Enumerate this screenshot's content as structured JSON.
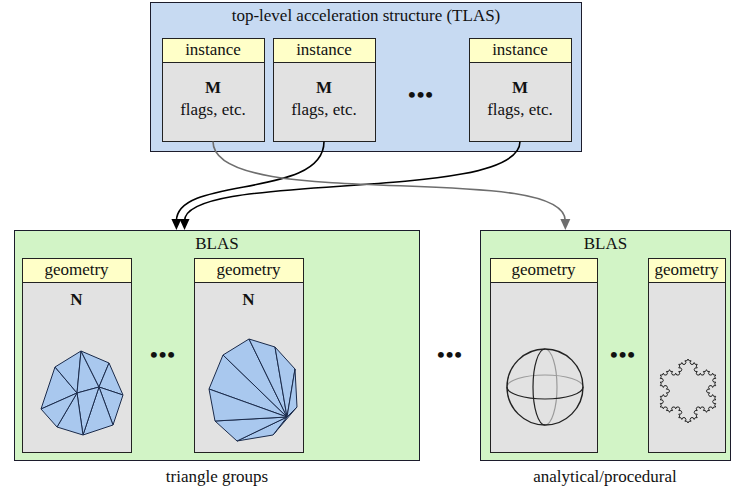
{
  "diagram": {
    "nodes": [
      {
        "text": [
          "top-level acceleration structure (TLAS)"
        ]
      },
      {
        "text": [
          "instance",
          "M",
          "flags, etc."
        ],
        "in": 0
      },
      {
        "text": [
          "instance",
          "M",
          "flags, etc."
        ],
        "in": 0
      },
      {
        "text": [
          "instance",
          "M",
          "flags, etc."
        ],
        "in": 0
      },
      {
        "text": [
          "BLAS"
        ]
      },
      {
        "text": [
          "geometry",
          "N"
        ],
        "in": 4
      },
      {
        "text": [
          "geometry",
          "N"
        ],
        "in": 4
      },
      {
        "text": [
          "BLAS"
        ]
      },
      {
        "text": [
          "geometry"
        ],
        "in": 7
      },
      {
        "text": [
          "geometry"
        ],
        "in": 7
      }
    ],
    "edges": [
      {
        "from": 2,
        "to": 4,
        "arrow": "to"
      },
      {
        "from": 3,
        "to": 4,
        "arrow": "to"
      },
      {
        "from": 1,
        "to": 7,
        "arrow": "to"
      }
    ],
    "labels": [
      "•••",
      "•••",
      "•••",
      "•••",
      "triangle groups",
      "analytical/procedural"
    ]
  }
}
